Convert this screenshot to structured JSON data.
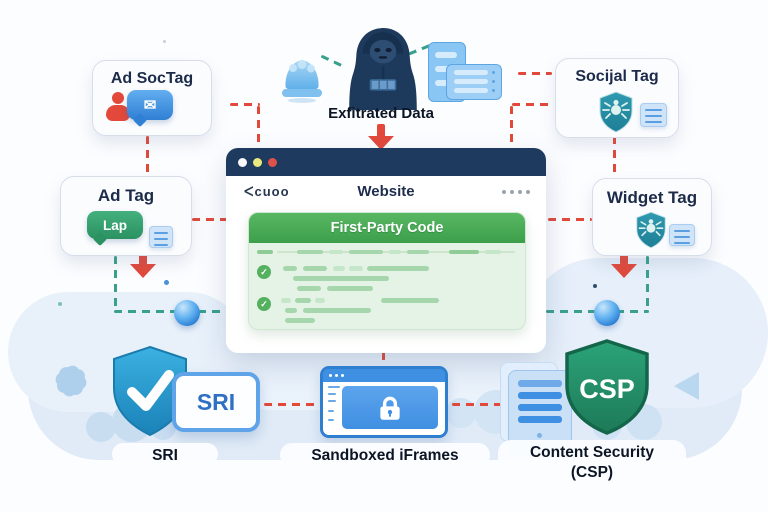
{
  "colors": {
    "red_accent": "#e2493b",
    "teal_accent": "#39a18b",
    "navy": "#1e3a5e",
    "blue": "#3f8fe2",
    "green_header": "#46ab52",
    "shield_blue": "#2b9cd8",
    "csp_green": "#23906a"
  },
  "icons": {
    "user_icon": "red person silhouette",
    "message_bubble_icon": "blue chat bubble with envelope",
    "envelope_glyph": "✉",
    "shield_bug_icon": "teal shield with bug glyph",
    "document_icon": "blue document with lines",
    "hacker_icon": "hooded attacker figure",
    "bell_icon": "blue bell",
    "server_icon": "blue server stack",
    "checkmark_shield_icon": "blue shield with white checkmark",
    "lock_icon": "white padlock",
    "check_glyph": "✓",
    "sparkle_icon": "four-point star",
    "triangle_icon": "left-pointing triangle"
  },
  "cards": {
    "top_left": {
      "title": "Ad SocTag"
    },
    "top_right": {
      "title": "Socijal Tag"
    },
    "left": {
      "title": "Ad Tag",
      "bubble_text": "Lap"
    },
    "right": {
      "title": "Widget Tag"
    }
  },
  "exfiltration": {
    "label": "Exfitrated Data"
  },
  "browser": {
    "nav_back": "ᐸcuoo",
    "title": "Website",
    "panel_title": "First-Party Code"
  },
  "defenses": {
    "sri_badge": "SRI",
    "sri_caption": "SRI",
    "sandbox_caption": "Sandboxed iFrames",
    "csp_shield_label": "CSP",
    "csp_caption_line1": "Content Security",
    "csp_caption_line2": "(CSP)"
  }
}
